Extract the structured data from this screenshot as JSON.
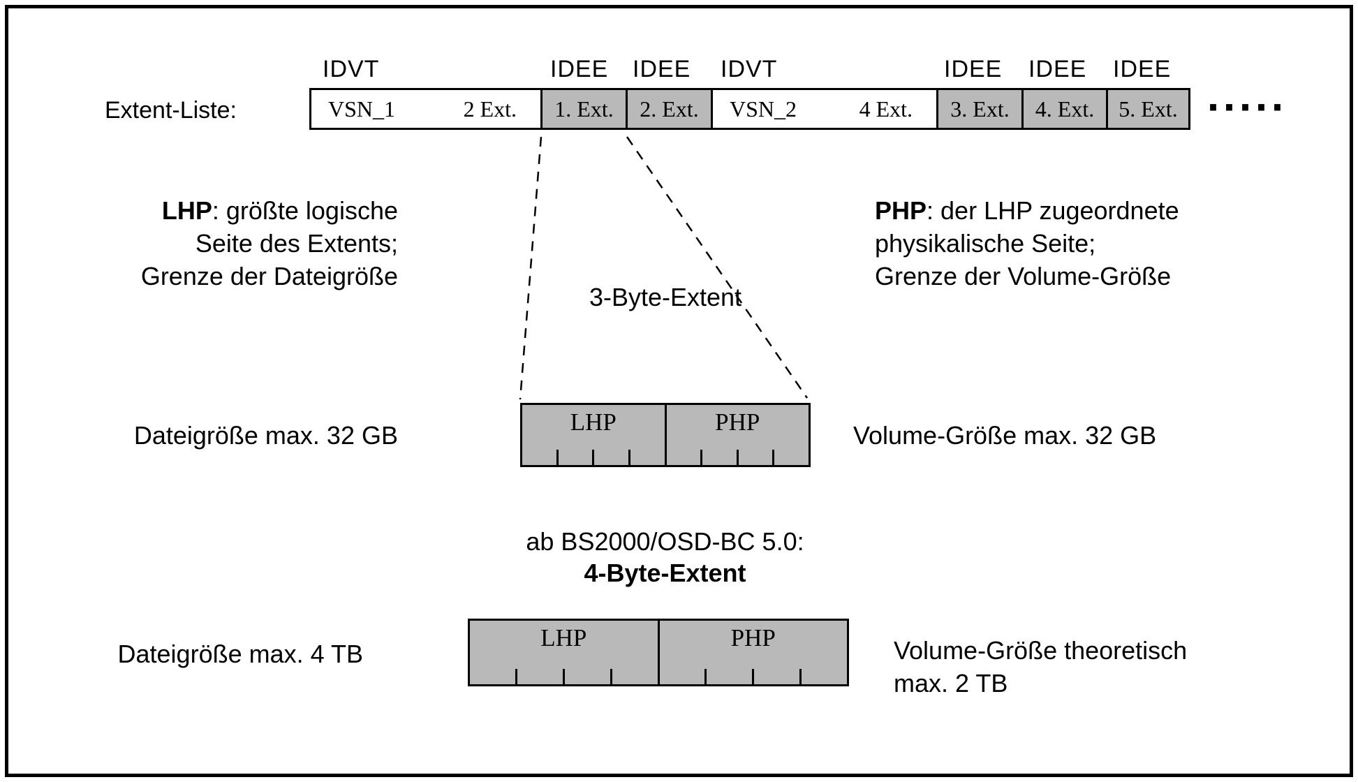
{
  "diagram": {
    "extent_list_label": "Extent-Liste:",
    "trailing_dots": "·····",
    "header_labels": [
      "IDVT",
      "IDEE",
      "IDEE",
      "IDVT",
      "IDEE",
      "IDEE",
      "IDEE"
    ],
    "cells": [
      {
        "name": "VSN_1",
        "count": "2 Ext."
      },
      {
        "label": "1. Ext."
      },
      {
        "label": "2. Ext."
      },
      {
        "name": "VSN_2",
        "count": "4 Ext."
      },
      {
        "label": "3. Ext."
      },
      {
        "label": "4. Ext."
      },
      {
        "label": "5. Ext."
      }
    ]
  },
  "lhp_note": {
    "term": "LHP",
    "rest": ": größte logische",
    "line2": "Seite des Extents;",
    "line3": "Grenze der Dateigröße"
  },
  "php_note": {
    "term": "PHP",
    "rest": ": der LHP zugeordnete",
    "line2": "physikalische Seite;",
    "line3": "Grenze der Volume-Größe"
  },
  "three_byte_extent": {
    "title": "3-Byte-Extent",
    "lhp_label": "LHP",
    "php_label": "PHP",
    "left_caption": "Dateigröße max. 32 GB",
    "right_caption": "Volume-Größe max. 32 GB"
  },
  "four_byte_extent": {
    "intro": "ab BS2000/OSD-BC 5.0:",
    "title": "4-Byte-Extent",
    "lhp_label": "LHP",
    "php_label": "PHP",
    "left_caption": "Dateigröße max. 4 TB",
    "right_caption_line1": "Volume-Größe theoretisch",
    "right_caption_line2": "max. 2 TB"
  },
  "colors": {
    "cell_gray": "#b9b9b9",
    "border_black": "#000000",
    "background": "#ffffff"
  }
}
